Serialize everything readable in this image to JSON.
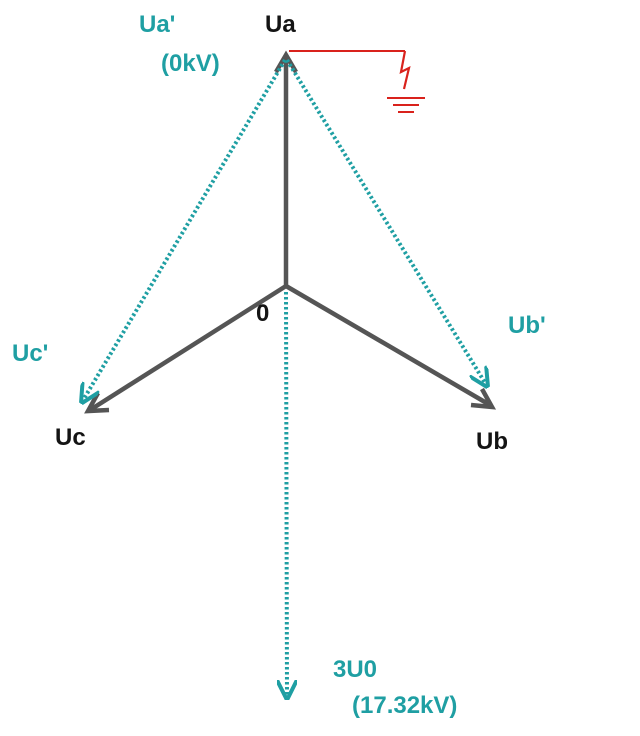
{
  "colors": {
    "phasor": "#555555",
    "displaced": "#1f9fa3",
    "fault": "#d9221c",
    "label_dark": "#141414",
    "label_teal": "#1f9fa3"
  },
  "labels": {
    "ua": "Ua",
    "ub": "Ub",
    "uc": "Uc",
    "origin": "0",
    "ua_prime": "Ua'",
    "ua_prime_value": "(0kV)",
    "ub_prime": "Ub'",
    "uc_prime": "Uc'",
    "zero_seq": "3U0",
    "zero_seq_value": "(17.32kV)"
  },
  "icons": {
    "fault": "lightning-ground-icon"
  }
}
